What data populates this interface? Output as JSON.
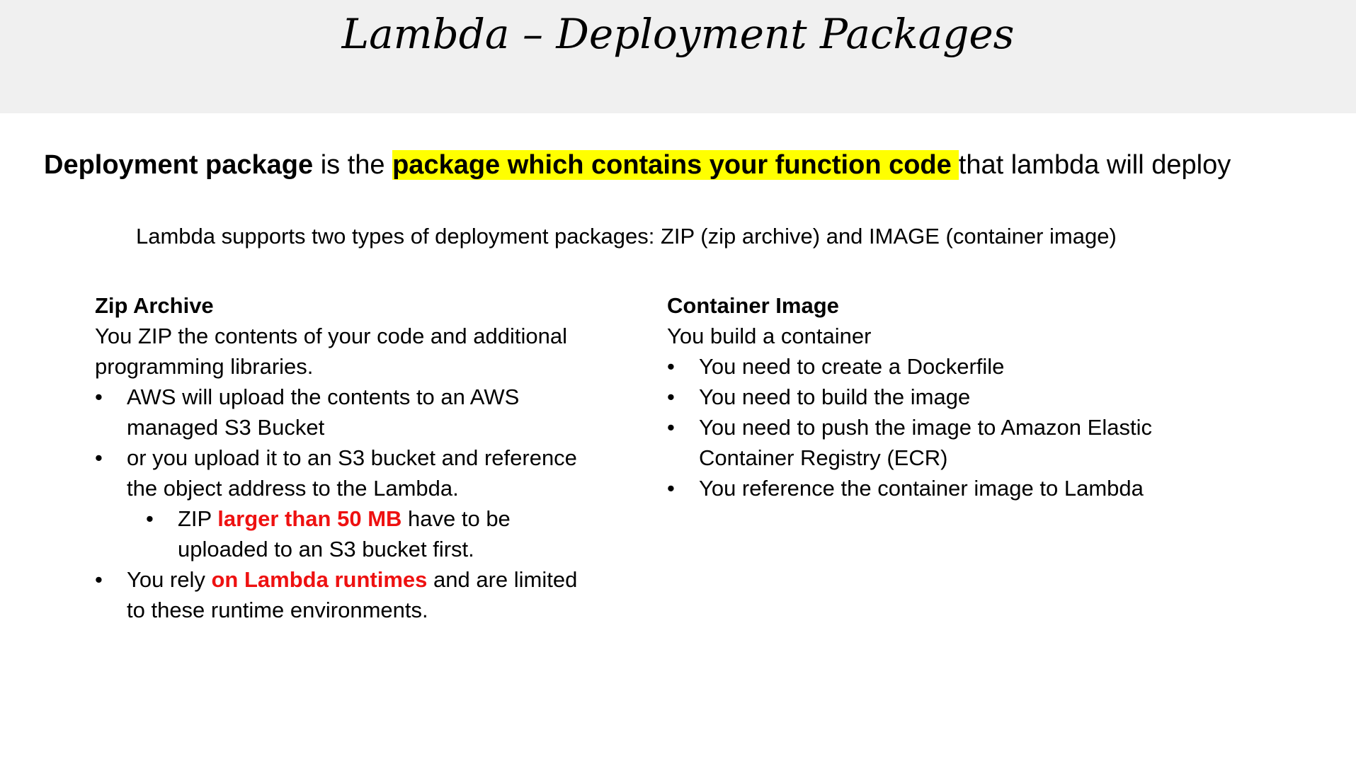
{
  "title": "Lambda – Deployment Packages",
  "definition": {
    "term": "Deployment package",
    "connector": " is the ",
    "highlight": "package which contains your function code",
    "rest": "that lambda will deploy"
  },
  "intro": "Lambda supports two types of deployment packages: ZIP (zip archive) and IMAGE (container image)",
  "bullet_symbol": "•",
  "zip": {
    "heading": "Zip Archive",
    "desc_line1": "You ZIP the contents of your code and additional",
    "desc_line2": "programming libraries.",
    "b1_line1": "AWS will upload the contents to an AWS",
    "b1_line2": "managed S3 Bucket",
    "b2_line1": "or you upload it to an S3 bucket and reference",
    "b2_line2": "the object address to the Lambda.",
    "sub_prefix": "ZIP ",
    "sub_red": "larger than 50 MB",
    "sub_suffix": " have to be",
    "sub_line2": "uploaded to an S3 bucket first.",
    "b3_prefix": "You rely ",
    "b3_red": "on Lambda runtimes",
    "b3_suffix": " and are limited",
    "b3_line2": "to these runtime environments."
  },
  "container": {
    "heading": "Container Image",
    "desc": "You build a container",
    "b1": "You need to create a Dockerfile",
    "b2": "You need to build the image",
    "b3_line1": "You need to push the image to Amazon Elastic",
    "b3_line2": "Container Registry (ECR)",
    "b4": "You reference the container image to Lambda"
  },
  "colors": {
    "title_bar_bg": "#f0f0f0",
    "highlight": "#ffff00",
    "emphasis_red": "#ee1111"
  }
}
